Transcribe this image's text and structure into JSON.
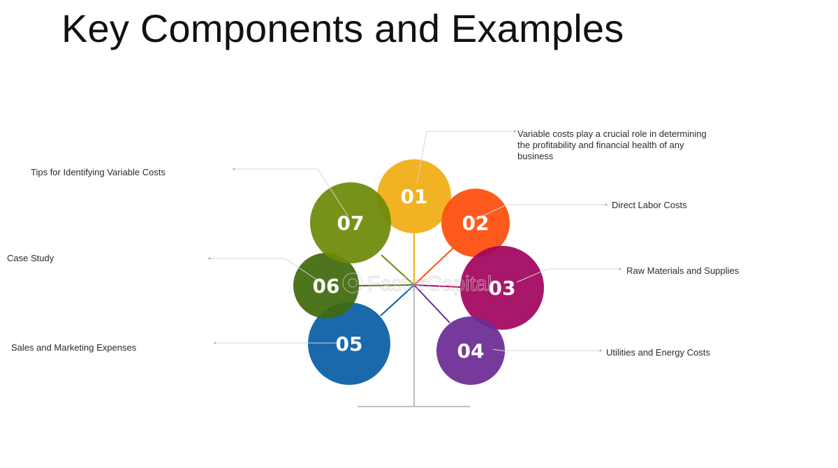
{
  "title": "Key Components and Examples",
  "watermark": "FasterCapital",
  "colors": {
    "stem": "#bdbdbd",
    "connector": "#dcdcdc"
  },
  "items": [
    {
      "number": "01",
      "label": "Variable costs play a crucial role in determining the profitability and financial health of any business",
      "color": "#f0ad12"
    },
    {
      "number": "02",
      "label": "Direct Labor Costs",
      "color": "#ff4d0d"
    },
    {
      "number": "03",
      "label": "Raw Materials and Supplies",
      "color": "#a3055f"
    },
    {
      "number": "04",
      "label": "Utilities and Energy Costs",
      "color": "#6c2b94"
    },
    {
      "number": "05",
      "label": "Sales and Marketing Expenses",
      "color": "#075ea6"
    },
    {
      "number": "06",
      "label": "Case Study",
      "color": "#3f6b0d"
    },
    {
      "number": "07",
      "label": "Tips for Identifying Variable Costs",
      "color": "#6d8a07"
    }
  ]
}
